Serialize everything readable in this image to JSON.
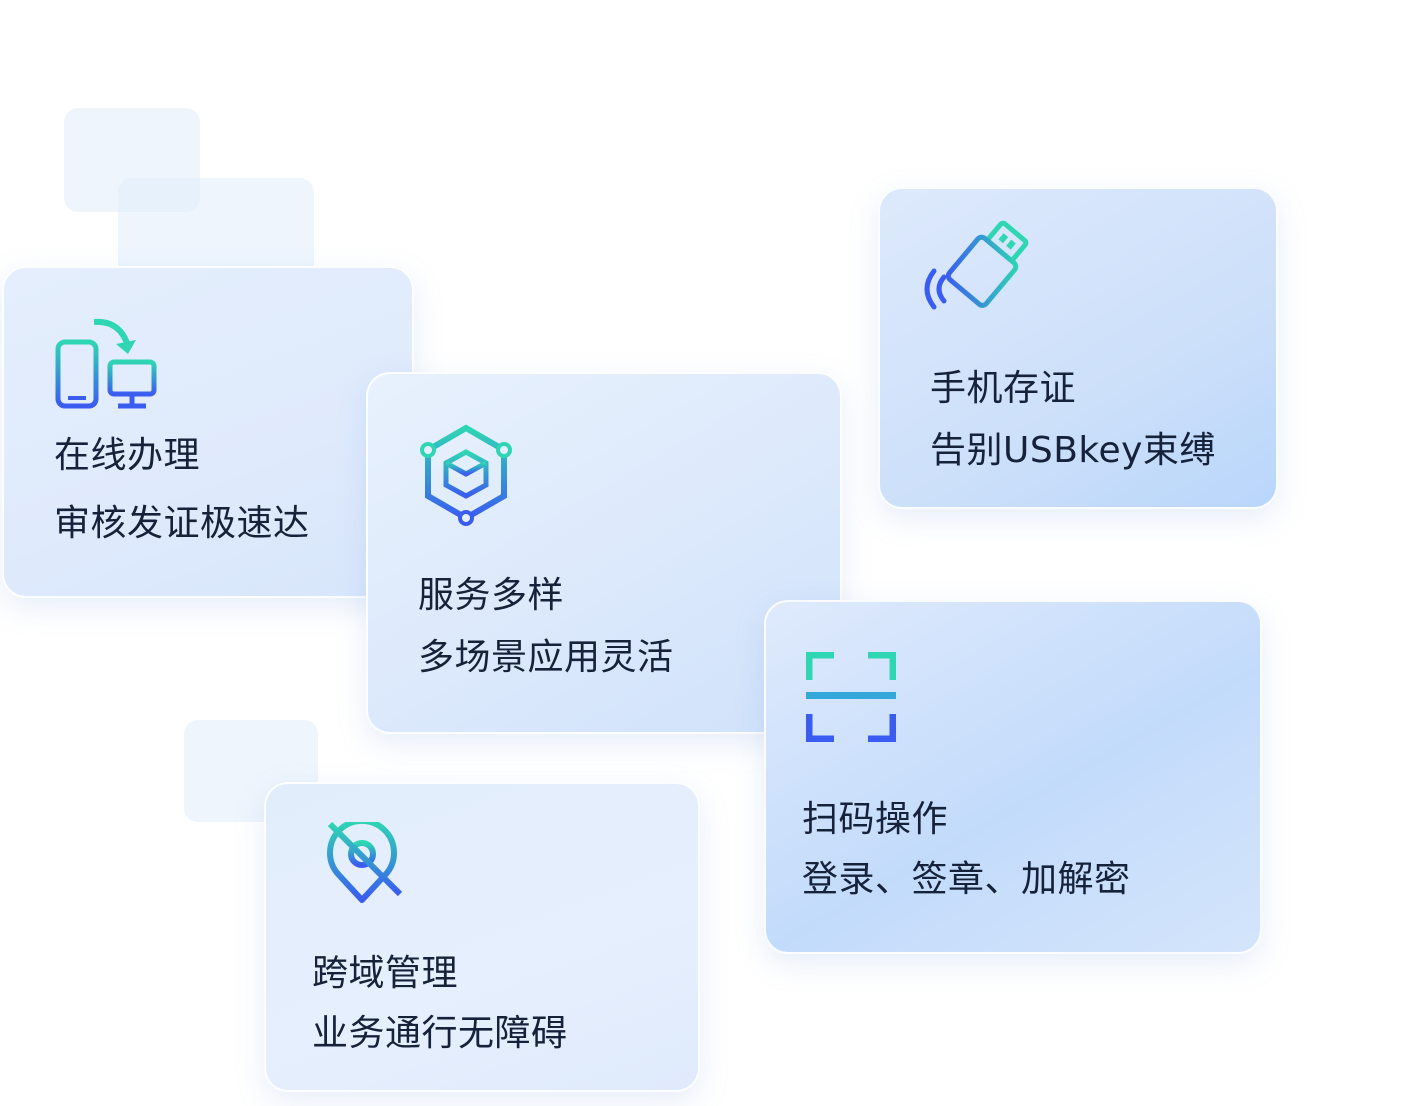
{
  "cards": {
    "online": {
      "title": "在线办理",
      "subtitle": "审核发证极速达",
      "icon": "device-transfer-icon"
    },
    "service": {
      "title": "服务多样",
      "subtitle": "多场景应用灵活",
      "icon": "cube-network-icon"
    },
    "mobile": {
      "title": "手机存证",
      "subtitle": "告别USBkey束缚",
      "icon": "usb-key-icon"
    },
    "scan": {
      "title": "扫码操作",
      "subtitle": "登录、签章、加解密",
      "icon": "scan-frame-icon"
    },
    "cross": {
      "title": "跨域管理",
      "subtitle": "业务通行无障碍",
      "icon": "location-slash-icon"
    }
  },
  "colors": {
    "text": "#16213a",
    "icon_gradient_start": "#2fd6b3",
    "icon_gradient_end": "#3a5cf0"
  }
}
